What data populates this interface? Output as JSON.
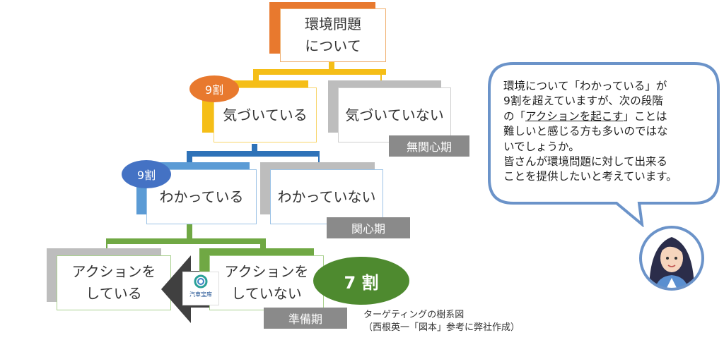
{
  "root": {
    "line1": "環境問題",
    "line2": "について"
  },
  "level1": {
    "aware": "気づいている",
    "unaware": "気づいていない",
    "aware_badge": "9割",
    "unaware_tag": "無関心期"
  },
  "level2": {
    "know": "わかっている",
    "dont_know": "わかっていない",
    "know_badge": "9割",
    "dont_know_tag": "関心期"
  },
  "level3": {
    "acting_l1": "アクションを",
    "acting_l2": "している",
    "not_acting_l1": "アクションを",
    "not_acting_l2": "していない",
    "not_acting_badge": "7 割",
    "not_acting_tag": "準備期"
  },
  "logo_text": "汽車宝库",
  "caption": {
    "line1": "ターゲティングの樹系図",
    "line2": "（西根英一「図本」参考に弊社作成）"
  },
  "speech": {
    "line1": "環境について「わかっている」が",
    "line2": "9割を超えていますが、次の段階",
    "line3_pre": "の「",
    "line3_u": "アクションを起こす",
    "line3_post": "」ことは",
    "line4": "難しいと感じる方も多いのではな",
    "line5": "いでしょうか。",
    "line6": "皆さんが環境問題に対して出来る",
    "line7": "ことを提供したいと考えています。"
  },
  "colors": {
    "orange": "#e8792e",
    "yellow": "#f5be17",
    "blue": "#2e72b8",
    "lightblue": "#5b9bd5",
    "green": "#70a844",
    "darkgreen": "#4e8a2f",
    "gray": "#bdbdbd",
    "tag_gray": "#8a8a8a",
    "bubble_border": "#6b93c9"
  }
}
